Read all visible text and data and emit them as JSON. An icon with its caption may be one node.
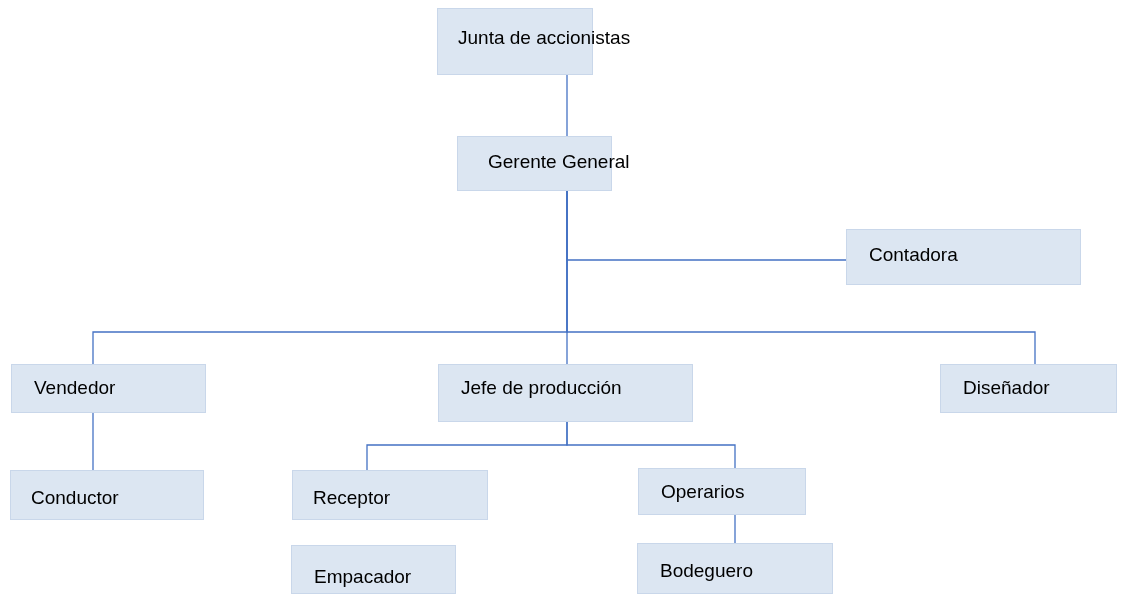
{
  "diagram": {
    "nodes": [
      {
        "text": [
          "Junta de accionistas"
        ]
      },
      {
        "text": [
          "Gerente General"
        ]
      },
      {
        "text": [
          "Contadora"
        ]
      },
      {
        "text": [
          "Vendedor"
        ]
      },
      {
        "text": [
          "Jefe de producción"
        ]
      },
      {
        "text": [
          "Diseñador"
        ]
      },
      {
        "text": [
          "Conductor"
        ]
      },
      {
        "text": [
          "Receptor"
        ]
      },
      {
        "text": [
          "Operarios"
        ]
      },
      {
        "text": [
          "Empacador"
        ]
      },
      {
        "text": [
          "Bodeguero"
        ]
      }
    ],
    "edges": [
      {
        "from": 0,
        "to": 1,
        "arrow": "none"
      },
      {
        "from": 1,
        "to": 2,
        "arrow": "none"
      },
      {
        "from": 1,
        "to": 3,
        "arrow": "none"
      },
      {
        "from": 1,
        "to": 4,
        "arrow": "none"
      },
      {
        "from": 1,
        "to": 5,
        "arrow": "none"
      },
      {
        "from": 3,
        "to": 6,
        "arrow": "none"
      },
      {
        "from": 4,
        "to": 7,
        "arrow": "none"
      },
      {
        "from": 4,
        "to": 8,
        "arrow": "none"
      },
      {
        "from": 8,
        "to": 10,
        "arrow": "none"
      }
    ]
  }
}
